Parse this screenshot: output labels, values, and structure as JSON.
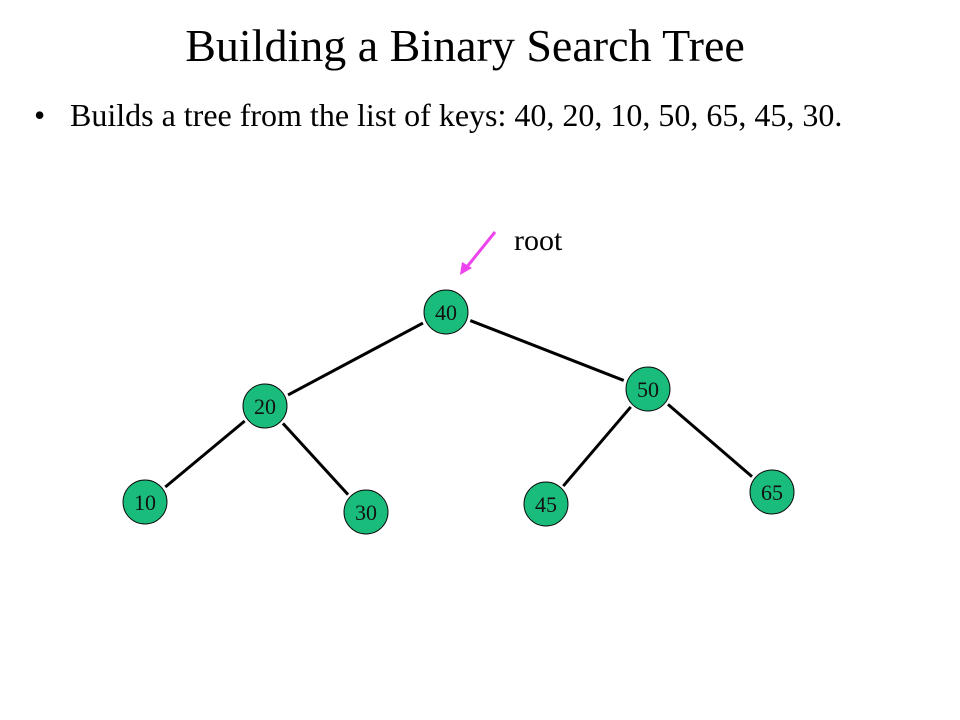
{
  "slide": {
    "title": "Building a Binary Search Tree",
    "bullet_symbol": "•",
    "bullet_text": "Builds a tree from the list of keys: 40, 20, 10, 50, 65, 45, 30."
  },
  "tree": {
    "root_label": "root",
    "node_color": "#1abc7c",
    "edge_color": "#000000",
    "pointer_color": "#ee44ee",
    "nodes": [
      {
        "key": "40"
      },
      {
        "key": "20"
      },
      {
        "key": "50"
      },
      {
        "key": "10"
      },
      {
        "key": "30"
      },
      {
        "key": "45"
      },
      {
        "key": "65"
      }
    ],
    "edges": [
      [
        "40",
        "20"
      ],
      [
        "40",
        "50"
      ],
      [
        "20",
        "10"
      ],
      [
        "20",
        "30"
      ],
      [
        "50",
        "45"
      ],
      [
        "50",
        "65"
      ]
    ]
  }
}
